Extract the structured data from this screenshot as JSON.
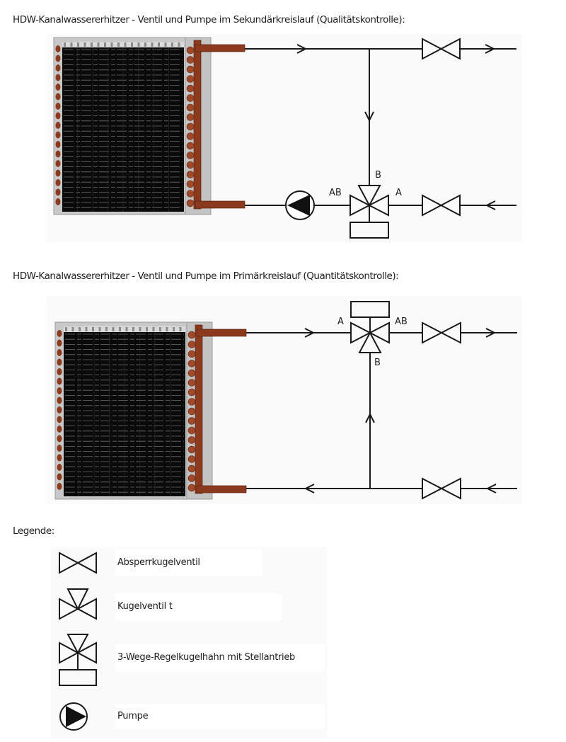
{
  "diagrams": [
    {
      "id": "secondary",
      "title": "HDW-Kanalwassererhitzer - Ventil und Pumpe im Sekundärkreislauf (Qualitätskontrolle):",
      "port_labels": {
        "ab": "AB",
        "a": "A",
        "b": "B"
      },
      "components": [
        "heat-exchanger-coil",
        "pump",
        "3-way-control-valve-with-actuator",
        "shutoff-ball-valve",
        "shutoff-ball-valve"
      ]
    },
    {
      "id": "primary",
      "title": "HDW-Kanalwassererhitzer - Ventil und Pumpe im Primärkreislauf (Quantitätskontrolle):",
      "port_labels": {
        "ab": "AB",
        "a": "A",
        "b": "B"
      },
      "components": [
        "heat-exchanger-coil",
        "3-way-control-valve-with-actuator",
        "shutoff-ball-valve",
        "shutoff-ball-valve"
      ]
    }
  ],
  "legend": {
    "title": "Legende:",
    "items": [
      {
        "icon": "shutoff-ball-valve-icon",
        "label": "Absperrkugelventil"
      },
      {
        "icon": "3-way-ball-valve-icon",
        "label": "Kugelventil t"
      },
      {
        "icon": "3-way-control-valve-actuator-icon",
        "label": "3-Wege-Regelkugelhahn mit Stellantrieb"
      },
      {
        "icon": "pump-icon",
        "label": "Pumpe"
      }
    ]
  },
  "colors": {
    "pipe_copper": "#8b3a1e",
    "coil_fins": "#0a0a0a",
    "frame_gray": "#c8c8c8",
    "line": "#1a1a1a"
  }
}
